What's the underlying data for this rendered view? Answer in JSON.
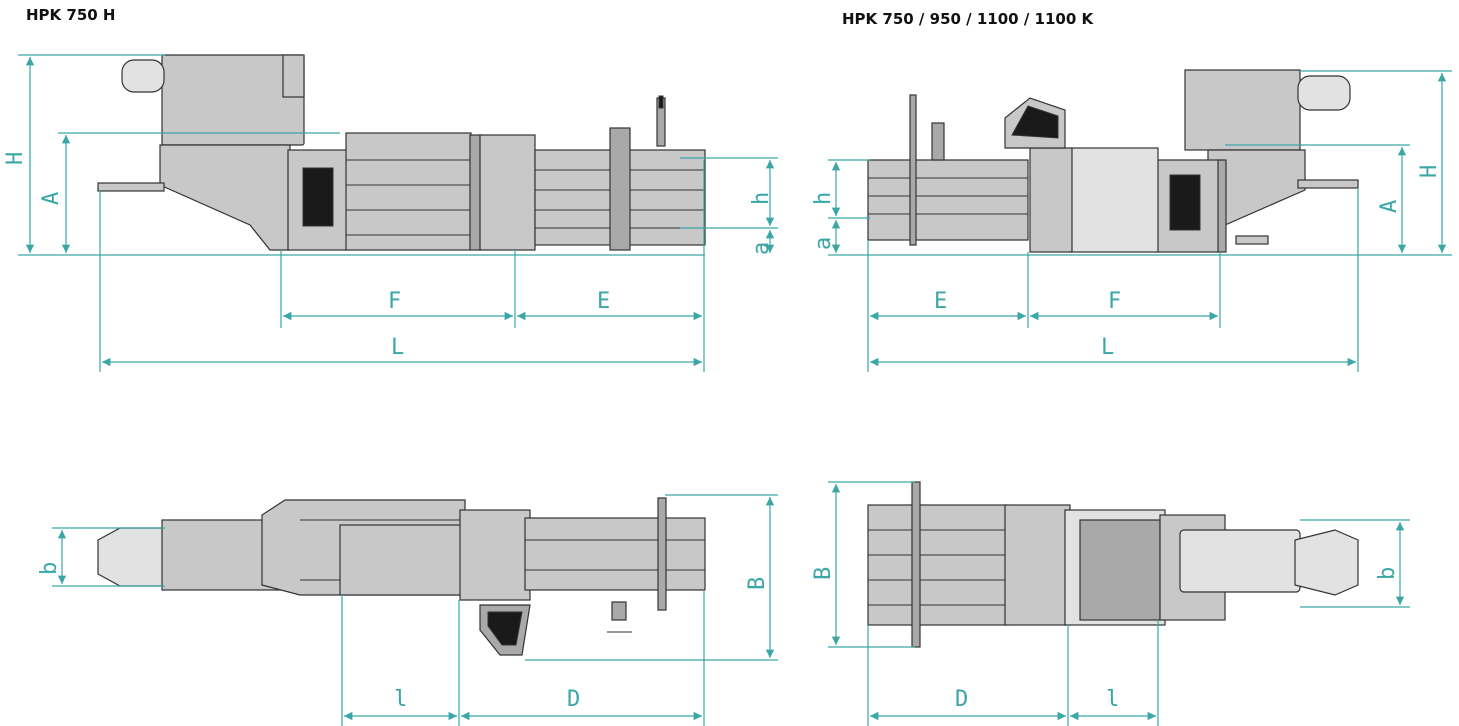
{
  "titles": {
    "left": "HPK 750 H",
    "right": "HPK 750 / 950 / 1100 / 1100 K"
  },
  "dimension_labels": {
    "H": "H",
    "A": "A",
    "h": "h",
    "a": "a",
    "F": "F",
    "E": "E",
    "L": "L",
    "b": "b",
    "B": "B",
    "l": "l",
    "D": "D"
  },
  "colors": {
    "dimension_line": "#3aa6a6",
    "machine_body": "#c8c8c8",
    "machine_shade": "#a9a9a9",
    "window": "#1a1a1a"
  }
}
